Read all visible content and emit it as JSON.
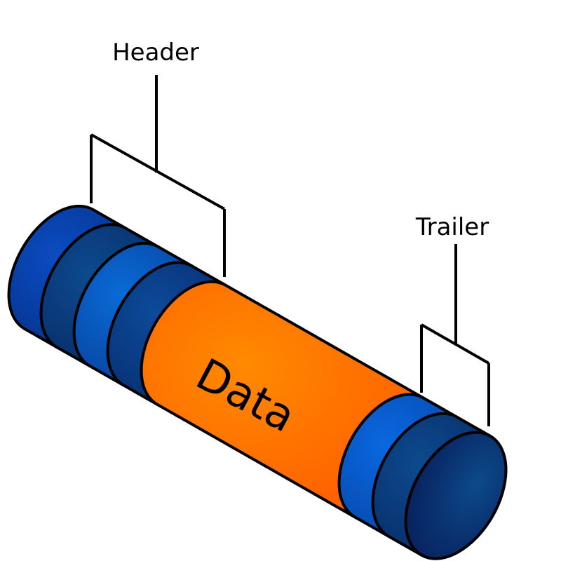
{
  "labels": {
    "header": "Header",
    "trailer": "Trailer",
    "data": "Data"
  },
  "segments": [
    {
      "name": "header-segment-1",
      "color": "#0a4cc0",
      "shade": "#06318a"
    },
    {
      "name": "header-segment-2",
      "color": "#0c4a8e",
      "shade": "#082a66"
    },
    {
      "name": "header-segment-3",
      "color": "#0a6ad6",
      "shade": "#06409a"
    },
    {
      "name": "header-segment-4",
      "color": "#0c4a9a",
      "shade": "#072c6c"
    },
    {
      "name": "data-segment",
      "color": "#ff8a00",
      "shade": "#ff5a00"
    },
    {
      "name": "trailer-segment-1",
      "color": "#0a68e0",
      "shade": "#0646a8"
    },
    {
      "name": "trailer-segment-2",
      "color": "#0c4a8e",
      "shade": "#082a66"
    }
  ],
  "end_cap": {
    "color": "#0c4a8a",
    "shade": "#081f5c"
  }
}
